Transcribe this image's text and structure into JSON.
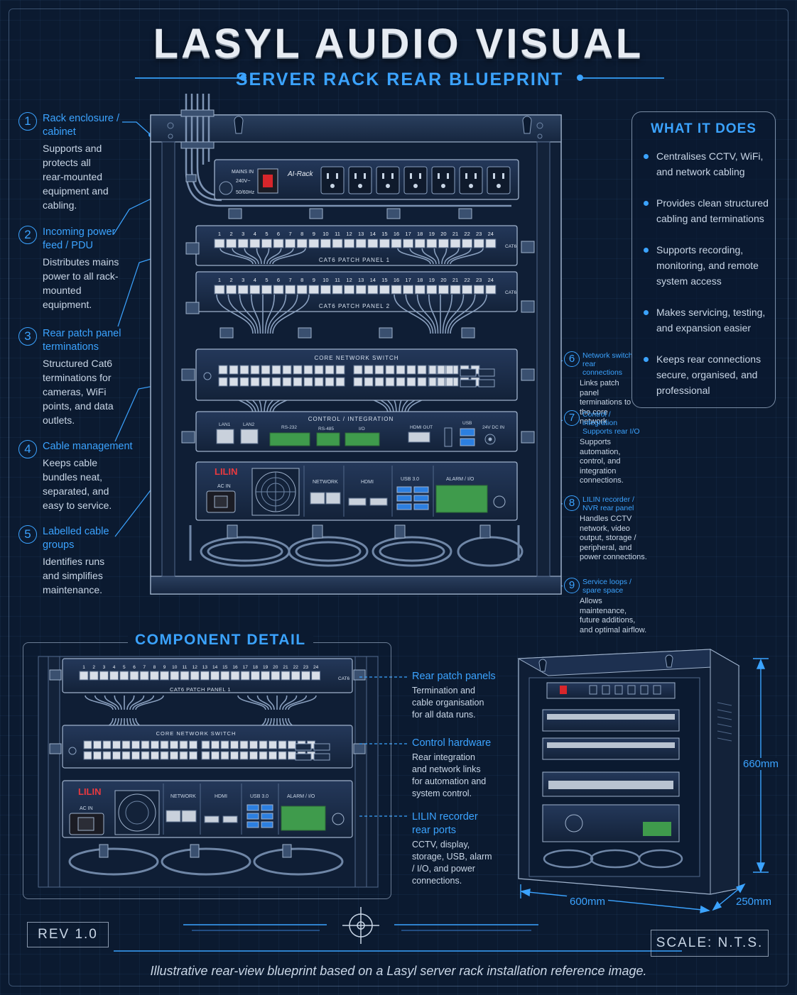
{
  "header": {
    "title": "LASYL AUDIO VISUAL",
    "subtitle": "SERVER RACK REAR BLUEPRINT"
  },
  "left_callouts": [
    {
      "num": "1",
      "title": "Rack enclosure / cabinet",
      "body": "Supports and protects all rear-mounted equipment and cabling."
    },
    {
      "num": "2",
      "title": "Incoming power feed / PDU",
      "body": "Distributes mains power to all rack-mounted equipment."
    },
    {
      "num": "3",
      "title": "Rear patch panel terminations",
      "body": "Structured Cat6 terminations for cameras, WiFi points, and data outlets."
    },
    {
      "num": "4",
      "title": "Cable management",
      "body": "Keeps cable bundles neat, separated, and easy to service."
    },
    {
      "num": "5",
      "title": "Labelled cable groups",
      "body": "Identifies runs and simplifies maintenance."
    }
  ],
  "right_callouts": [
    {
      "num": "6",
      "title": "Network switch rear connections",
      "body": "Links patch panel terminations to the core network."
    },
    {
      "num": "7",
      "title": "Control / integration Supports rear I/O",
      "body": "Supports automation, control, and integration connections."
    },
    {
      "num": "8",
      "title": "LILIN recorder / NVR rear panel",
      "body": "Handles CCTV network, video output, storage / peripheral, and power connections."
    },
    {
      "num": "9",
      "title": "Service loops / spare space",
      "body": "Allows maintenance, future additions, and optimal airflow."
    }
  ],
  "what_it_does": {
    "title": "WHAT IT DOES",
    "items": [
      "Centralises CCTV, WiFi, and network cabling",
      "Provides clean structured cabling and terminations",
      "Supports recording, monitoring, and remote system access",
      "Makes servicing, testing, and expansion easier",
      "Keeps rear connections secure, organised, and professional"
    ]
  },
  "rack": {
    "pdu": {
      "mains_in": "MAINS IN",
      "voltage": "240V~",
      "freq": "50/60Hz",
      "brand": "AI-Rack"
    },
    "patch_panel_1": "CAT6 PATCH PANEL 1",
    "patch_panel_2": "CAT6 PATCH PANEL 2",
    "cat6": "CAT6",
    "switch_label": "CORE NETWORK SWITCH",
    "control_label": "CONTROL / INTEGRATION",
    "control_ports": [
      "LAN1",
      "LAN2",
      "RS-232",
      "RS-485",
      "I/O",
      "HDMI OUT",
      "USB",
      "24V DC IN"
    ],
    "nvr": {
      "brand": "LILIN",
      "ac_in": "AC IN",
      "network": "NETWORK",
      "hdmi": "HDMI",
      "usb": "USB 3.0",
      "alarm": "ALARM / I/O"
    }
  },
  "component_detail": {
    "title": "COMPONENT DETAIL",
    "labels": [
      {
        "title": "Rear patch panels",
        "body": "Termination and cable organisation for all data runs."
      },
      {
        "title": "Control hardware",
        "body": "Rear integration and network links for automation and system control."
      },
      {
        "title": "LILIN recorder rear ports",
        "body": "CCTV, display, storage, USB, alarm / I/O, and power connections."
      }
    ],
    "patch_panel": "CAT6 PATCH PANEL 1",
    "switch": "CORE NETWORK SWITCH"
  },
  "dimensions": {
    "height": "660mm",
    "width": "600mm",
    "depth": "250mm"
  },
  "footer": {
    "rev": "REV 1.0",
    "scale": "SCALE: N.T.S.",
    "caption": "Illustrative rear-view blueprint based on a Lasyl server rack installation reference image."
  },
  "colors": {
    "background": "#0b1a30",
    "accent": "#3ba3ff",
    "text": "#c9d6e6"
  }
}
